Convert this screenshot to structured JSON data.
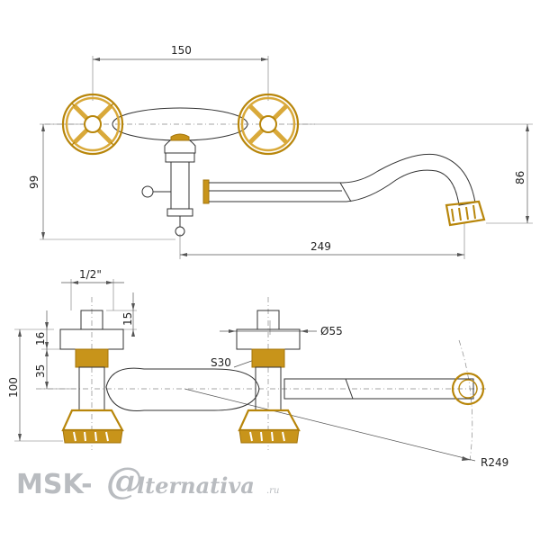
{
  "dimensions": {
    "center_distance": "150",
    "height_left": "99",
    "height_right": "86",
    "spout_reach": "249",
    "thread": "1/2\"",
    "nut_height": "15",
    "body_16": "16",
    "body_35": "35",
    "total_height": "100",
    "diameter": "Ø55",
    "wrench": "S30",
    "radius": "R249"
  },
  "watermark": {
    "brand": "MSK-",
    "at_symbol": "@",
    "rest": "lternativa",
    "tld": ".ru"
  },
  "colors": {
    "gold": "#b8860b",
    "watermark": "#b9bcc0"
  }
}
